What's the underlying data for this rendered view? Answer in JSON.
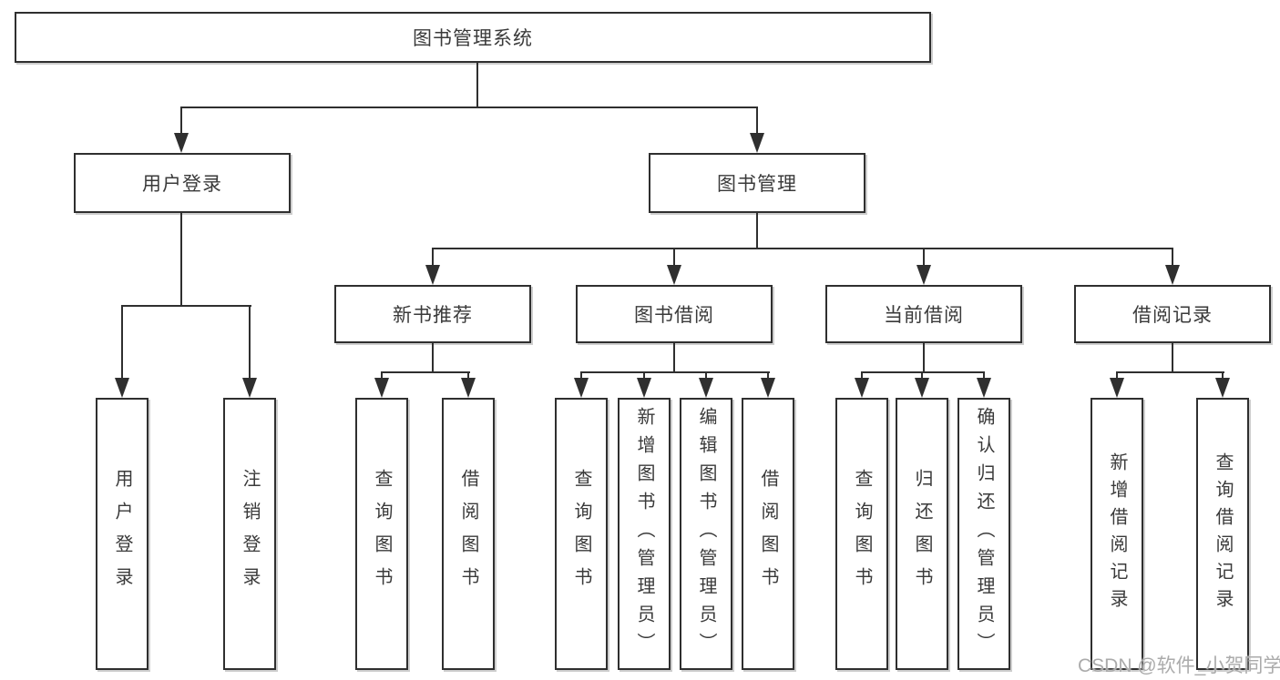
{
  "nodes": {
    "root": "图书管理系统",
    "l2": [
      {
        "label": "用户登录",
        "children": [
          "用户登录",
          "注销登录"
        ]
      },
      {
        "label": "图书管理"
      }
    ],
    "l3": [
      {
        "label": "新书推荐",
        "children": [
          "查询图书",
          "借阅图书"
        ]
      },
      {
        "label": "图书借阅",
        "children": [
          "查询图书",
          "新增图书（管理员）",
          "编辑图书（管理员）",
          "借阅图书"
        ]
      },
      {
        "label": "当前借阅",
        "children": [
          "查询图书",
          "归还图书",
          "确认归还（管理员）"
        ]
      },
      {
        "label": "借阅记录",
        "children": [
          "新增借阅记录",
          "查询借阅记录"
        ]
      }
    ]
  },
  "watermark": "CSDN @软件_小贺同学",
  "colors": {
    "line": "#2f2f2f",
    "text": "#3a3a3a",
    "watermark": "#ababab",
    "background": "#ffffff"
  }
}
